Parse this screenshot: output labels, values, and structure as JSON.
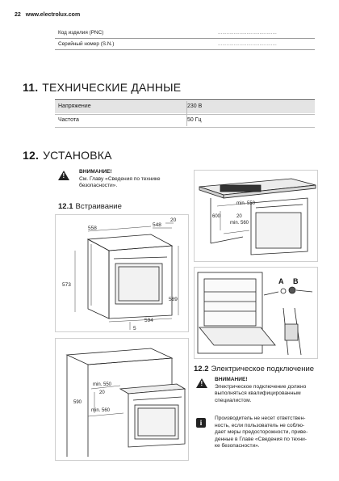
{
  "page": {
    "number": "22",
    "site": "www.electrolux.com"
  },
  "ids": [
    {
      "label": "Код изделия (PNC)",
      "value": "........................................."
    },
    {
      "label": "Серийный номер (S.N.)",
      "value": "........................................."
    }
  ],
  "section11": {
    "number": "11.",
    "title": "ТЕХНИЧЕСКИЕ ДАННЫЕ"
  },
  "tech": [
    {
      "param": "Напряжение",
      "value": "230 В"
    },
    {
      "param": "Частота",
      "value": "50 Гц"
    }
  ],
  "section12": {
    "number": "12.",
    "title": "УСТАНОВКА"
  },
  "warning1": {
    "title": "ВНИМАНИЕ!",
    "text1": "См. Главу «Сведения по технике",
    "text2": "безопасности»."
  },
  "sub121": {
    "number": "12.1",
    "title": "Встраивание"
  },
  "sub122": {
    "number": "12.2",
    "title": "Электрическое подключение"
  },
  "warning2": {
    "title": "ВНИМАНИЕ!",
    "l1": "Электрическое подключение должно",
    "l2": "выполняться квалифицированным",
    "l3": "специалистом."
  },
  "info": {
    "l1": "Производитель не несет ответствен-",
    "l2": "ность, если пользователь не соблю-",
    "l3": "дает меры предосторожности, приве-",
    "l4": "денные в Главе «Сведения по техни-",
    "l5": "ке безопасности»."
  },
  "fig1": {
    "d1": "548",
    "d2": "20",
    "d3": "558",
    "d4": "573",
    "d5": "589",
    "d6": "594",
    "d7": "5"
  },
  "fig2": {
    "d1": "min. 550",
    "d2": "600",
    "d3": "20",
    "d4": "min. 560"
  },
  "fig3": {
    "a": "A",
    "b": "B"
  },
  "fig4": {
    "d1": "min. 550",
    "d2": "20",
    "d3": "590",
    "d4": "min. 560"
  }
}
